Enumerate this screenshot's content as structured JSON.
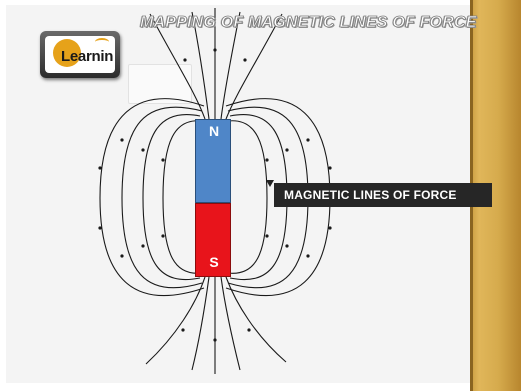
{
  "title": "MAPPING OF MAGNETIC LINES OF FORCE",
  "logo": {
    "text": "Learnin",
    "icon": "e-learnin-logo"
  },
  "magnet": {
    "north_label": "N",
    "south_label": "S",
    "colors": {
      "north": "#4f86c8",
      "south": "#e8141b"
    }
  },
  "callout": {
    "label": "MAGNETIC LINES OF FORCE"
  },
  "colors": {
    "panel": "#d6ab4d",
    "field_line": "#1a1a1a"
  }
}
